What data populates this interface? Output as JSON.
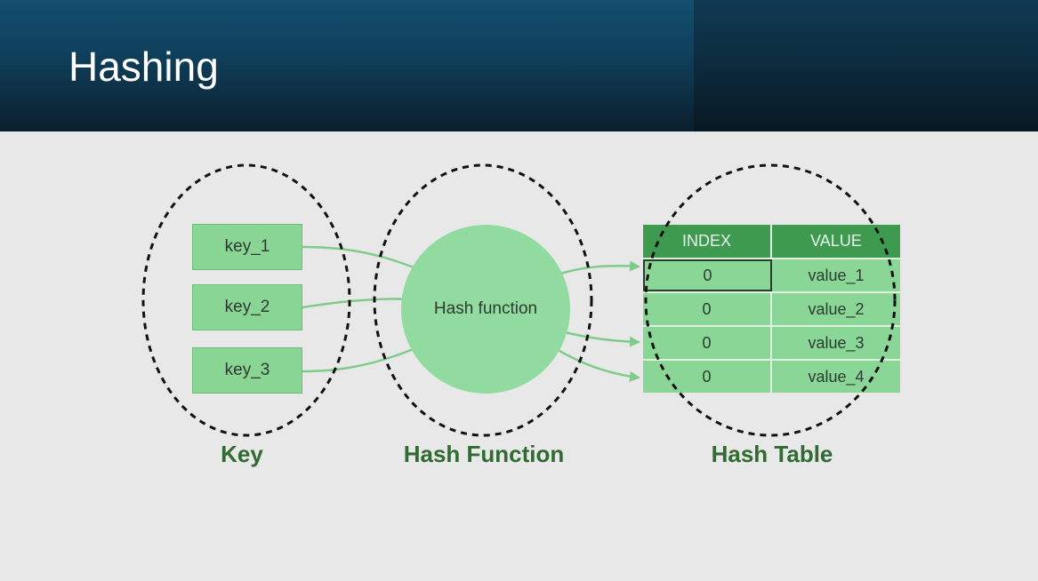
{
  "slide": {
    "title": "Hashing"
  },
  "diagram": {
    "keys": [
      "key_1",
      "key_2",
      "key_3"
    ],
    "hash_function_label": "Hash function",
    "table": {
      "headers": [
        "INDEX",
        "VALUE"
      ],
      "rows": [
        {
          "index": "0",
          "value": "value_1"
        },
        {
          "index": "0",
          "value": "value_2"
        },
        {
          "index": "0",
          "value": "value_3"
        },
        {
          "index": "0",
          "value": "value_4"
        }
      ]
    },
    "group_labels": {
      "key": "Key",
      "hash_function": "Hash Function",
      "hash_table": "Hash Table"
    },
    "colors": {
      "box_fill": "#88d594",
      "circle_fill": "#92dba0",
      "header_fill": "#3d9a4e",
      "arrow": "#7fcb8c",
      "label": "#2f6b32",
      "dashed_ellipse": "#111111"
    }
  }
}
